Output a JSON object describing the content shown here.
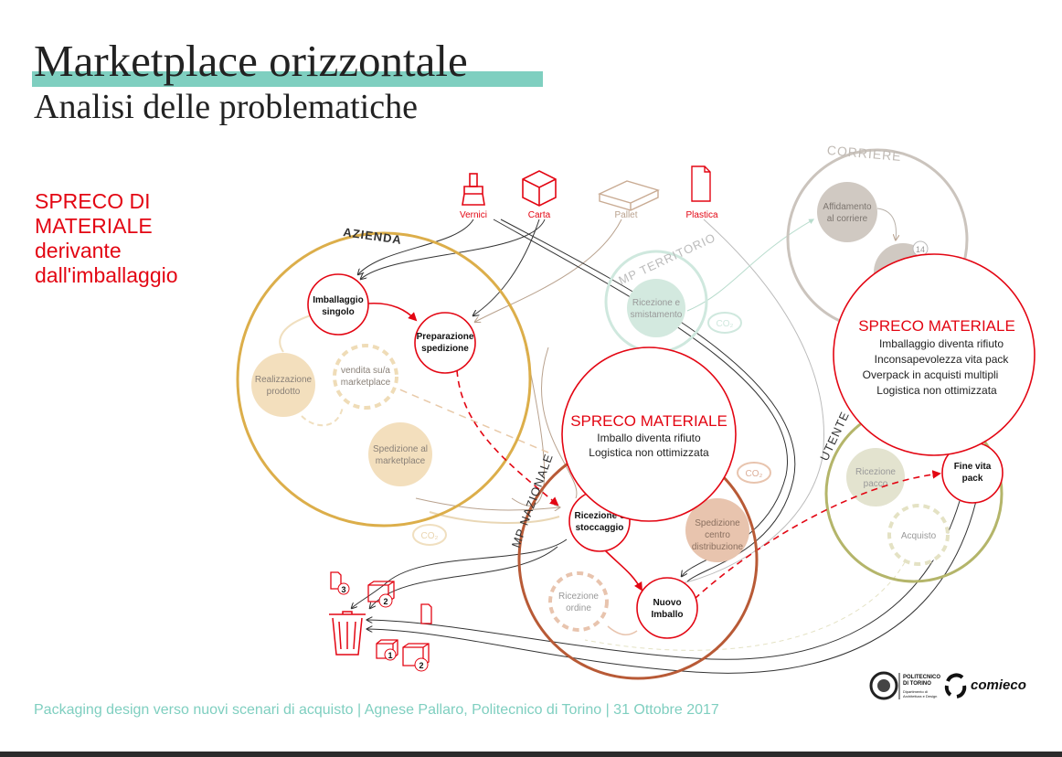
{
  "header": {
    "title": "Marketplace orizzontale",
    "subtitle": "Analisi delle problematiche"
  },
  "side_note": {
    "lines": [
      "SPRECO DI",
      "MATERIALE",
      "derivante",
      "dall'imballaggio"
    ]
  },
  "materials": {
    "vernici": "Vernici",
    "carta": "Carta",
    "pallet": "Pallet",
    "plastica": "Plastica"
  },
  "groups": {
    "azienda": "AZIENDA",
    "mp_territorio": "MP TERRITORIO",
    "corriere": "CORRIERE",
    "utente": "UTENTE",
    "mp_nazionale": "MP NAZIONALE"
  },
  "nodes": {
    "imballaggio_singolo": [
      "Imballaggio",
      "singolo"
    ],
    "preparazione_spedizione": [
      "Preparazione",
      "spedizione"
    ],
    "realizzazione_prodotto": [
      "Realizzazione",
      "prodotto"
    ],
    "vendita": [
      "vendita su/a",
      "marketplace"
    ],
    "spedizione_marketplace": [
      "Spedizione al",
      "marketplace"
    ],
    "ricezione_smistamento": [
      "Ricezione e",
      "smistamento"
    ],
    "affidamento": [
      "Affidamento",
      "al corriere"
    ],
    "ricezione_pacco": [
      "Ricezione",
      "pacco"
    ],
    "fine_vita": [
      "Fine vita",
      "pack"
    ],
    "acquisto": [
      "Acquisto"
    ],
    "ricezione_stoccaggio": [
      "Ricezione e",
      "stoccaggio"
    ],
    "spedizione_centro": [
      "Spedizione",
      "centro",
      "distribuzione"
    ],
    "ricezione_ordine": [
      "Ricezione",
      "ordine"
    ],
    "nuovo_imballo": [
      "Nuovo",
      "Imballo"
    ]
  },
  "badges": {
    "corriere_count": "14",
    "b1": "3",
    "b2": "2",
    "b3": "1",
    "b4": "2"
  },
  "co2": "CO₂",
  "callout_center": {
    "title": "SPRECO MATERIALE",
    "lines": [
      "Imballo diventa rifiuto",
      "Logistica non ottimizzata"
    ]
  },
  "callout_right": {
    "title": "SPRECO MATERIALE",
    "lines": [
      "Imballaggio diventa rifiuto",
      "Inconsapevolezza vita pack",
      "Overpack in acquisti multipli",
      "Logistica non ottimizzata"
    ]
  },
  "logos": {
    "polito": [
      "POLITECNICO",
      "DI TORINO",
      "Dipartimento di",
      "Architettura e Design"
    ],
    "comieco": "comieco"
  },
  "footer": "Packaging design verso nuovi scenari di acquisto | Agnese Pallaro, Politecnico di Torino | 31 Ottobre 2017",
  "colors": {
    "red": "#e30613",
    "teal": "#7fcfc0",
    "azienda": "#dcae4a",
    "nazionale": "#b85a36",
    "utente": "#b4b56a",
    "corriere": "#cbc4bd",
    "territorio": "#cfe8de"
  }
}
